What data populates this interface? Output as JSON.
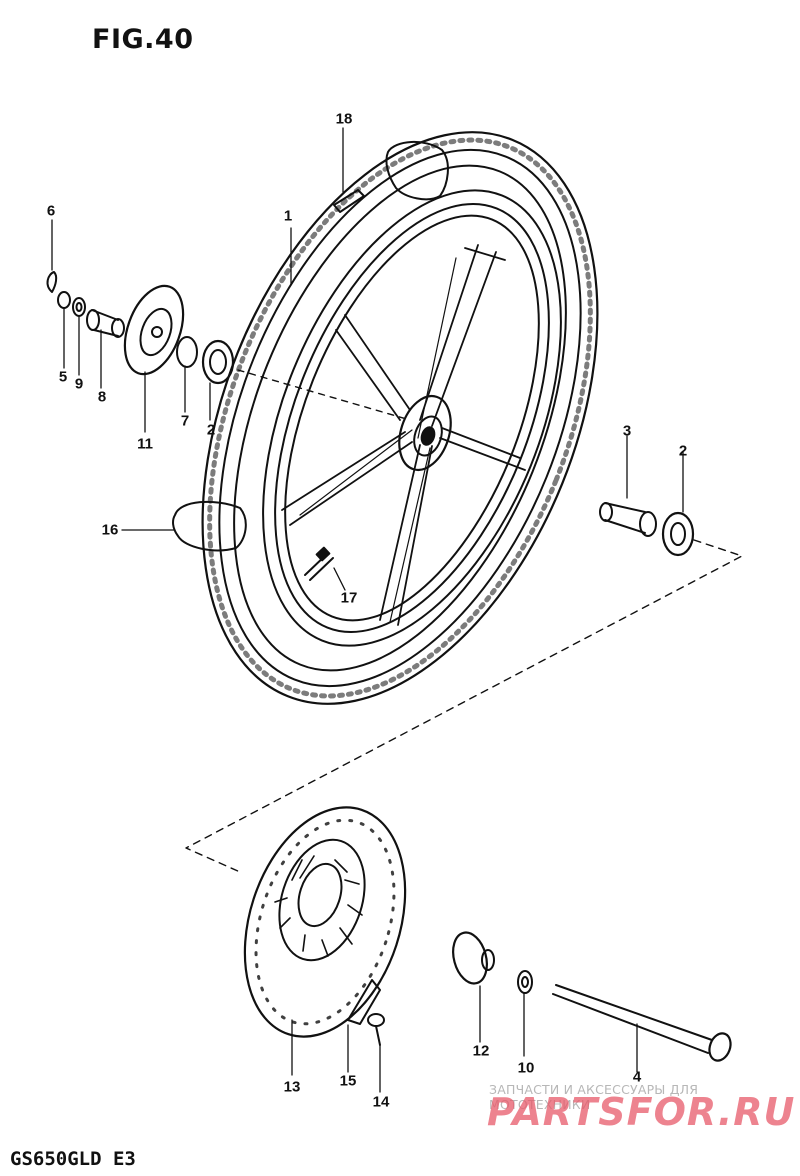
{
  "figure": {
    "title": "FIG.40",
    "model_code": "GS650GLD E3"
  },
  "callouts": [
    {
      "id": "c1",
      "label": "1"
    },
    {
      "id": "c2a",
      "label": "2"
    },
    {
      "id": "c2b",
      "label": "2"
    },
    {
      "id": "c3",
      "label": "3"
    },
    {
      "id": "c4",
      "label": "4"
    },
    {
      "id": "c5",
      "label": "5"
    },
    {
      "id": "c6",
      "label": "6"
    },
    {
      "id": "c7",
      "label": "7"
    },
    {
      "id": "c8",
      "label": "8"
    },
    {
      "id": "c9",
      "label": "9"
    },
    {
      "id": "c10",
      "label": "10"
    },
    {
      "id": "c11",
      "label": "11"
    },
    {
      "id": "c12",
      "label": "12"
    },
    {
      "id": "c13",
      "label": "13"
    },
    {
      "id": "c14",
      "label": "14"
    },
    {
      "id": "c15",
      "label": "15"
    },
    {
      "id": "c16",
      "label": "16"
    },
    {
      "id": "c17",
      "label": "17"
    },
    {
      "id": "c18",
      "label": "18"
    }
  ],
  "watermark": {
    "tagline": "ЗАПЧАСТИ И АКСЕССУАРЫ ДЛЯ МОТОТЕХНИКИ",
    "brand": "PARTSFOR.RU"
  },
  "colors": {
    "ink": "#111111",
    "watermark_text": "#b7b7b7",
    "watermark_brand": "#e85a6a"
  }
}
